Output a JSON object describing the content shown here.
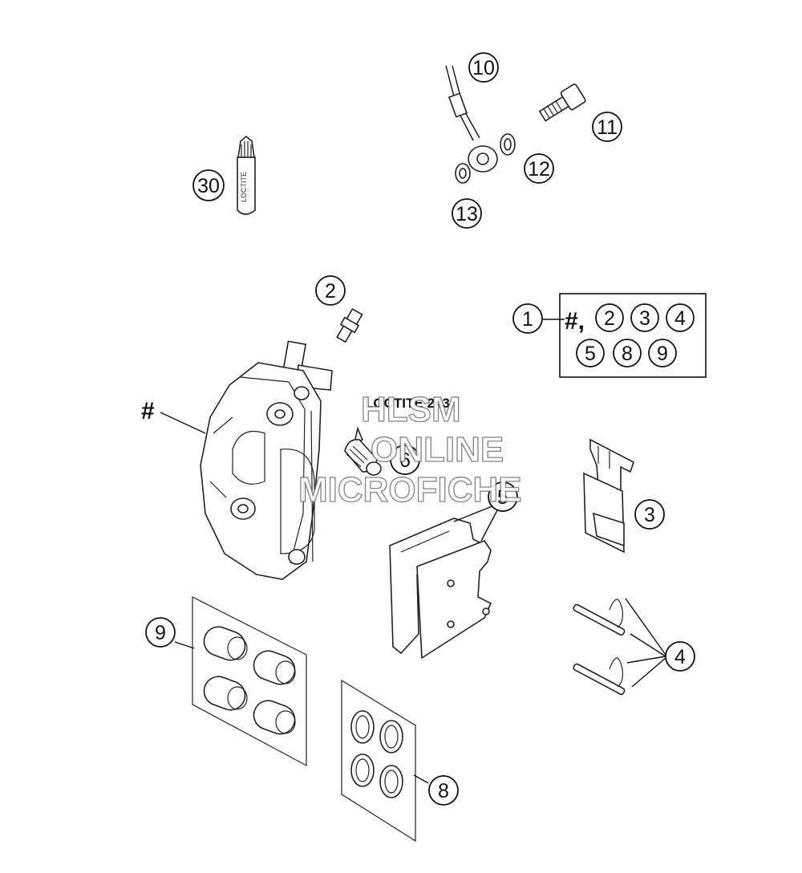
{
  "callouts": {
    "c30": "30",
    "c10": "10",
    "c11": "11",
    "c12": "12",
    "c13": "13",
    "c2": "2",
    "c1": "1",
    "c6": "6",
    "c5": "5",
    "c3": "3",
    "c9": "9",
    "c4": "4",
    "c8": "8"
  },
  "caliper_mark": "#",
  "kit_box": {
    "hash": "#,",
    "items_row1": [
      "2",
      "3",
      "4"
    ],
    "items_row2": [
      "5",
      "8",
      "9"
    ]
  },
  "loctite_tube_label": "LOCTITE",
  "loctite_note": "LOCTITE 243",
  "watermark": {
    "line1": "HLSM",
    "line2": "ONLINE",
    "line3": "MICROFICHE"
  }
}
